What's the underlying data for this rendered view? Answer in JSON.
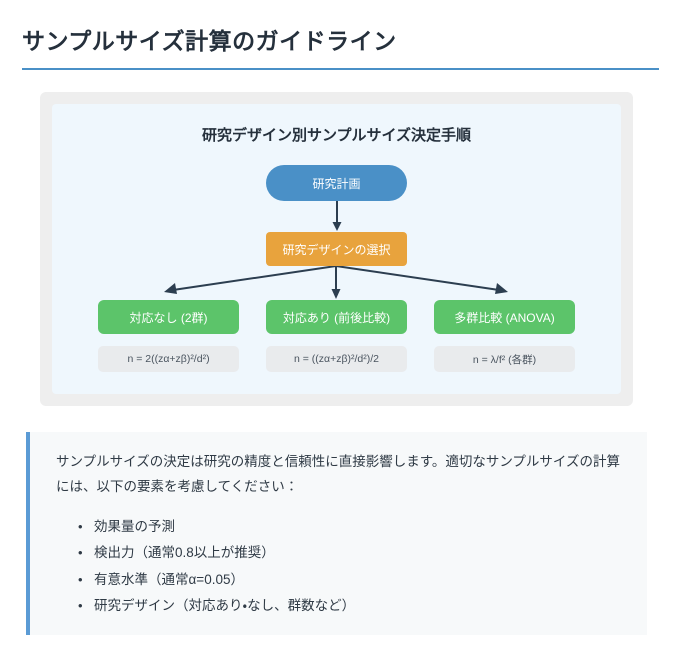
{
  "page": {
    "title": "サンプルサイズ計算のガイドライン",
    "accent_color": "#4a90c7"
  },
  "diagram": {
    "title": "研究デザイン別サンプルサイズ決定手順",
    "card_background": "#eeeeee",
    "panel_background": "#eff7fd",
    "arrow_color": "#2c3e50",
    "nodes": {
      "root": {
        "label": "研究計画",
        "color": "#4a90c7"
      },
      "decision": {
        "label": "研究デザインの選択",
        "color": "#e8a33d"
      },
      "leaves": [
        {
          "label": "対応なし (2群)",
          "color": "#5cc46a"
        },
        {
          "label": "対応あり (前後比較)",
          "color": "#5cc46a"
        },
        {
          "label": "多群比較 (ANOVA)",
          "color": "#5cc46a"
        }
      ]
    },
    "formulas": [
      "n = 2((zα+zβ)²/d²)",
      "n = ((zα+zβ)²/d²)/2",
      "n = λ/f² (各群)"
    ]
  },
  "info": {
    "accent_color": "#5b9bd5",
    "lead": "サンプルサイズの決定は研究の精度と信頼性に直接影響します。適切なサンプルサイズの計算には、以下の要素を考慮してください：",
    "items": [
      "効果量の予測",
      "検出力（通常0.8以上が推奨）",
      "有意水準（通常α=0.05）",
      "研究デザイン（対応あり・なし、群数など）"
    ]
  }
}
